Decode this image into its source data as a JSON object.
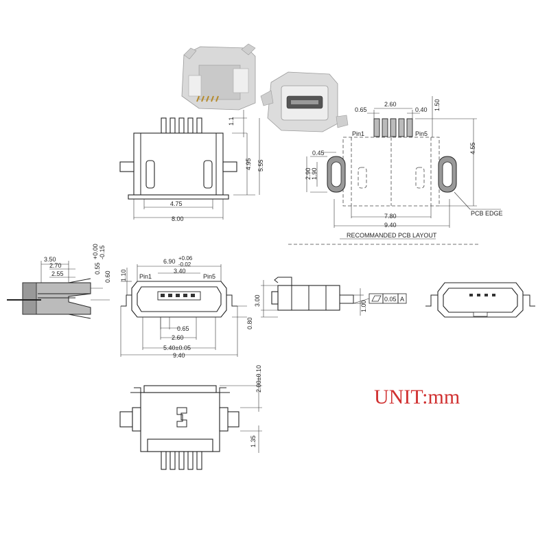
{
  "unit_label": "UNIT:mm",
  "colors": {
    "unit": "#d03030",
    "line": "#222222",
    "body_3d": "#d8d8d8",
    "pad_hatch": "#555555"
  },
  "top_right": {
    "dims": [
      "2.60",
      "0.65",
      "0.40",
      "1.50",
      "4.55",
      "0.45",
      "2.90",
      "1.90",
      "7.80",
      "9.40"
    ],
    "pin1": "Pin1",
    "pin5": "Pin5",
    "pcb_edge": "PCB EDGE",
    "caption": "RECOMMANDED PCB LAYOUT"
  },
  "top_left": {
    "dims": [
      "1.1",
      "4.95",
      "5.55",
      "4.75",
      "8.00"
    ]
  },
  "side_view": {
    "dims": [
      "3.50",
      "2.70",
      "2.55",
      "+0.00",
      "0.55",
      "-0.15",
      "0.60"
    ]
  },
  "front_view": {
    "tol_main": "6.90",
    "tol_plus": "+0.06",
    "tol_minus": "-0.02",
    "dims": [
      "1.10",
      "3.40",
      "0.65",
      "2.60",
      "5.40±0.05",
      "9.40"
    ],
    "pin1": "Pin1",
    "pin5": "Pin5"
  },
  "side_right": {
    "dims": [
      "3.00",
      "0.80",
      "1.00"
    ],
    "flatness": "0.05",
    "datum": "A"
  },
  "bottom_view": {
    "dims": [
      "2.00±0.10",
      "1.35"
    ]
  }
}
